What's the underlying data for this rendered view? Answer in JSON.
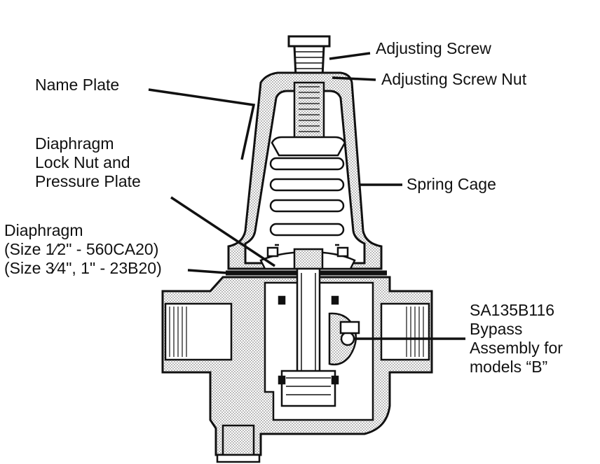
{
  "labels": {
    "adjusting_screw": "Adjusting Screw",
    "adjusting_screw_nut": "Adjusting Screw Nut",
    "name_plate": "Name Plate",
    "diaphragm_lock_nut": [
      "Diaphragm",
      "Lock Nut and",
      "Pressure Plate"
    ],
    "spring_cage": "Spring Cage",
    "diaphragm": [
      "Diaphragm",
      "(Size 1⁄2\" - 560CA20)",
      "(Size 3⁄4\", 1\" - 23B20)"
    ],
    "bypass": [
      "SA135B116",
      "Bypass",
      "Assembly for",
      "models “B”"
    ]
  },
  "colors": {
    "ink": "#111111",
    "hatch": "#9a9a9a",
    "background": "#ffffff"
  }
}
